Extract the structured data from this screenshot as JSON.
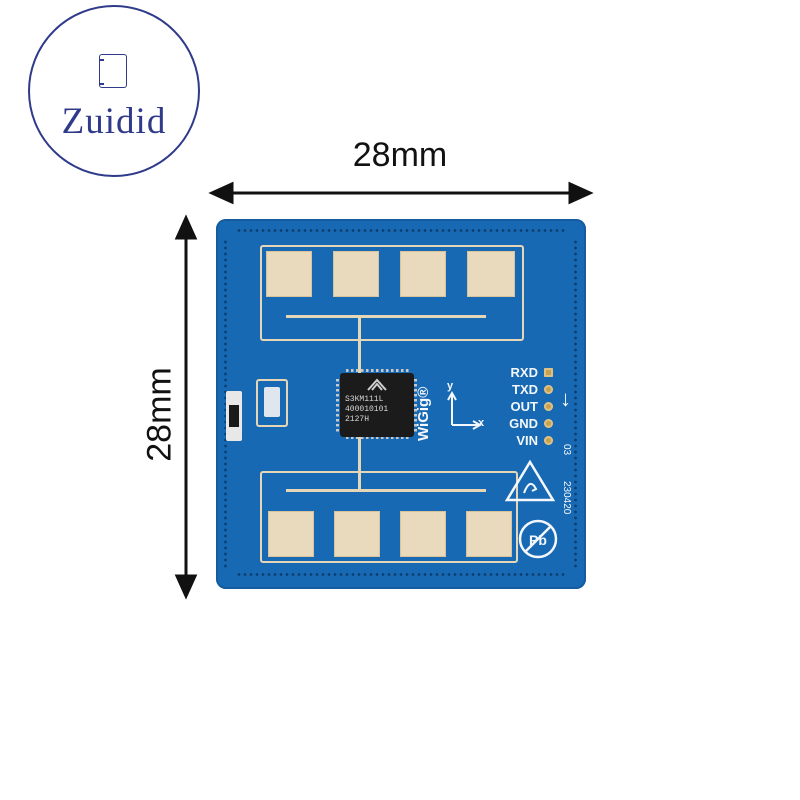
{
  "logo": {
    "text": "Zuidid"
  },
  "dimensions": {
    "width_label": "28mm",
    "height_label": "28mm"
  },
  "board": {
    "chip_lines": [
      "S3KM111L",
      "400010101",
      "2127H"
    ],
    "brand": "WiGig",
    "registered_mark": "®",
    "axis_y": "y",
    "axis_x": "x",
    "pins": [
      "RXD",
      "TXD",
      "OUT",
      "GND",
      "VIN"
    ],
    "arrow_down": "↓",
    "code_vertical": "230420",
    "code_small": "03",
    "colors": {
      "pcb": "#1769b4",
      "pad": "#e9d9bd",
      "chip": "#1b1b1b"
    }
  }
}
